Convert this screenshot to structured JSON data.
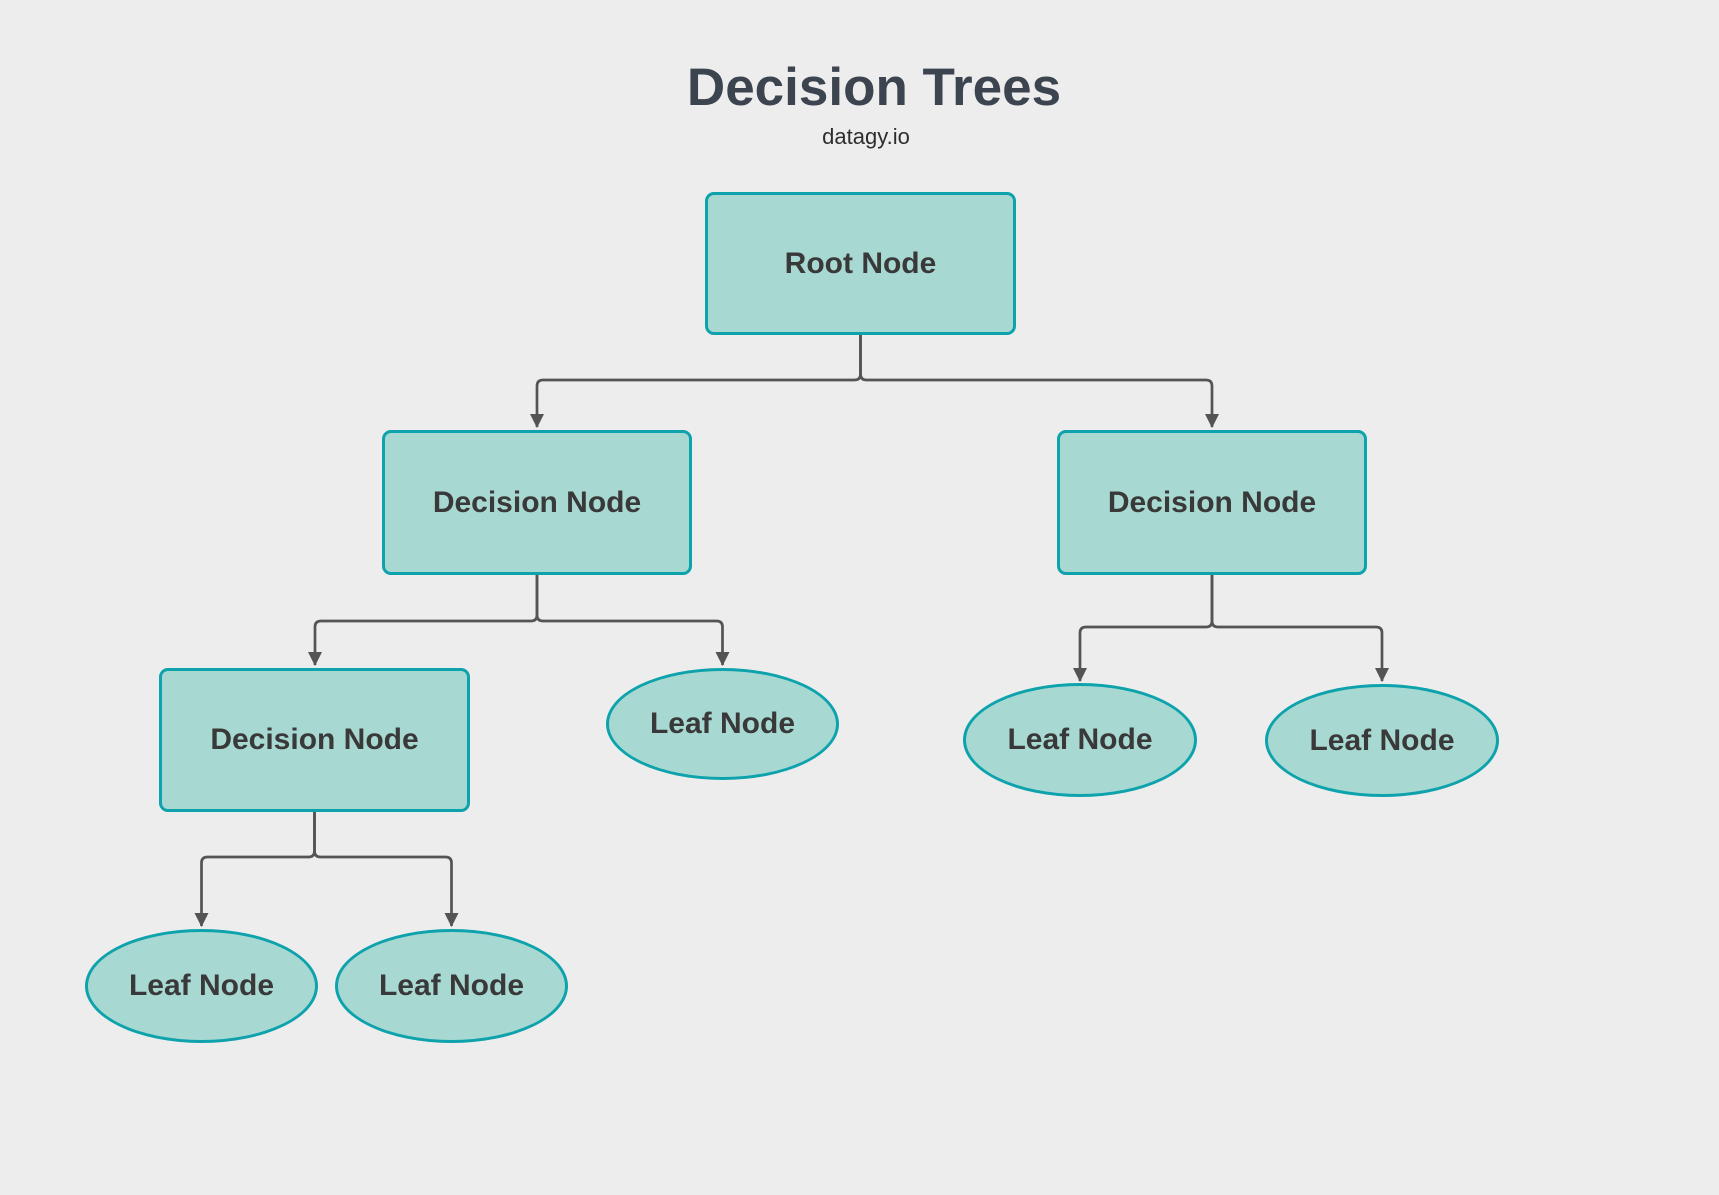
{
  "header": {
    "title": "Decision Trees",
    "subtitle": "datagy.io"
  },
  "colors": {
    "background": "#ededed",
    "node_fill": "#a8d8d2",
    "node_border": "#0da2ac",
    "node_text": "#393939",
    "connector": "#545454",
    "title_text": "#3c4450"
  },
  "diagram": {
    "nodes": [
      {
        "id": "root",
        "label": "Root Node",
        "shape": "rect"
      },
      {
        "id": "decision-left",
        "label": "Decision Node",
        "shape": "rect"
      },
      {
        "id": "decision-right",
        "label": "Decision Node",
        "shape": "rect"
      },
      {
        "id": "decision-child",
        "label": "Decision Node",
        "shape": "rect"
      },
      {
        "id": "leaf-mid",
        "label": "Leaf Node",
        "shape": "ellipse"
      },
      {
        "id": "leaf-right-1",
        "label": "Leaf Node",
        "shape": "ellipse"
      },
      {
        "id": "leaf-right-2",
        "label": "Leaf Node",
        "shape": "ellipse"
      },
      {
        "id": "leaf-bottom-1",
        "label": "Leaf Node",
        "shape": "ellipse"
      },
      {
        "id": "leaf-bottom-2",
        "label": "Leaf Node",
        "shape": "ellipse"
      }
    ],
    "edges": [
      {
        "from": "root",
        "to": "decision-left"
      },
      {
        "from": "root",
        "to": "decision-right"
      },
      {
        "from": "decision-left",
        "to": "decision-child"
      },
      {
        "from": "decision-left",
        "to": "leaf-mid"
      },
      {
        "from": "decision-child",
        "to": "leaf-bottom-1"
      },
      {
        "from": "decision-child",
        "to": "leaf-bottom-2"
      },
      {
        "from": "decision-right",
        "to": "leaf-right-1"
      },
      {
        "from": "decision-right",
        "to": "leaf-right-2"
      }
    ]
  }
}
